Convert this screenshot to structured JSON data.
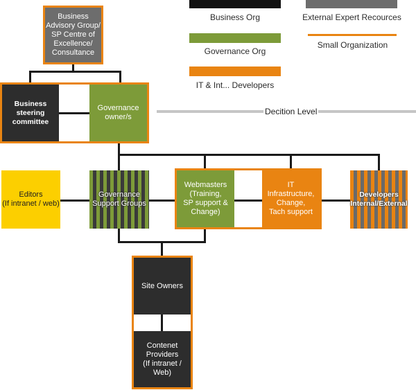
{
  "legend": {
    "business_org": "Business Org",
    "governance_org": "Governance Org",
    "it_developers": "IT & Int... Developers",
    "external_expert": "External Expert Recources",
    "small_org": "Small Organization"
  },
  "colors": {
    "business": "#2d2d2d",
    "governance": "#7d9b39",
    "it": "#e98412",
    "external": "#6d6d6d",
    "editors": "#fccf00",
    "outline": "#e98412"
  },
  "nodes": {
    "advisory": "Business\nAdvisory Group/\nSP Centre of\nExcellence/\nConsultance",
    "steering": "Business steering\ncommittee",
    "gov_owner": "Governance\nowner/s",
    "editors": "Editors\n(If intranet / web)",
    "gov_support": "Governance\nSupport Groups",
    "webmasters": "Webmasters\n(Training,\nSP support &\nChange)",
    "it_infra": "IT\nInfrastructure,\nChange,\nTach support",
    "developers": "Developers\nInternal/External",
    "site_owners": "Site Owners",
    "content_providers": "Contenet\nProviders\n(If intranet / Web)"
  },
  "decision_level": "Decition Level"
}
